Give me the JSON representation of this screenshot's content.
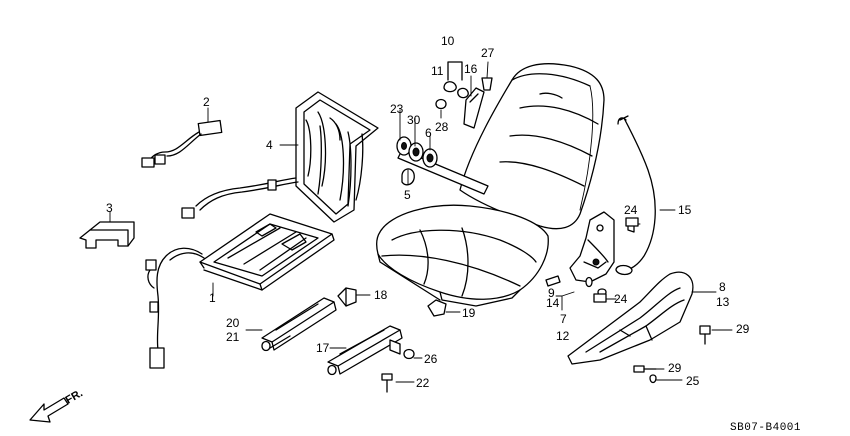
{
  "diagram": {
    "front_indicator": "FR.",
    "drawing_code": "SB07-B4001",
    "callouts": {
      "c1": "1",
      "c2": "2",
      "c3": "3",
      "c4": "4",
      "c5": "5",
      "c6": "6",
      "c7": "7",
      "c8": "8",
      "c9": "9",
      "c10": "10",
      "c11": "11",
      "c12": "12",
      "c13": "13",
      "c14": "14",
      "c15": "15",
      "c16": "16",
      "c17": "17",
      "c18": "18",
      "c19": "19",
      "c20": "20",
      "c21": "21",
      "c22": "22",
      "c23": "23",
      "c24a": "24",
      "c24b": "24",
      "c25": "25",
      "c26": "26",
      "c27": "27",
      "c28": "28",
      "c29a": "29",
      "c29b": "29",
      "c30": "30"
    }
  }
}
